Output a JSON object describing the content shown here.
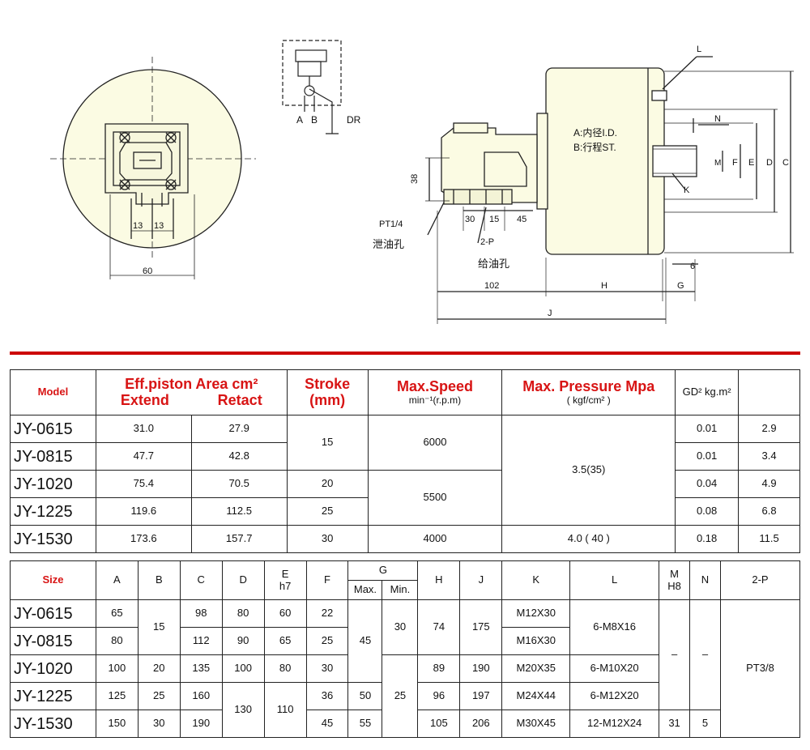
{
  "drawing": {
    "dim_13a": "13",
    "dim_13b": "13",
    "dim_60": "60",
    "label_A": "A",
    "label_B": "B",
    "label_DR": "DR",
    "dim_38": "38",
    "pt14": "PT1/4",
    "drain_cn": "泄油孔",
    "dim_30": "30",
    "dim_15": "15",
    "dim_45": "45",
    "two_p": "2-P",
    "feed_cn": "给油孔",
    "dim_102": "102",
    "dim_H": "H",
    "dim_G": "G",
    "dim_J": "J",
    "dim_6": "6",
    "note_A": "A:内径I.D.",
    "note_B": "B:行程ST.",
    "dim_L": "L",
    "dim_N": "N",
    "dim_K": "K",
    "dim_M": "M",
    "dim_F": "F",
    "dim_E": "E",
    "dim_D": "D",
    "dim_C": "C"
  },
  "table1": {
    "h_model": "Model",
    "h_area": "Eff.piston Area cm²",
    "h_extend": "Extend",
    "h_retact": "Retact",
    "h_stroke": "Stroke",
    "h_stroke_unit": "(mm)",
    "h_speed": "Max.Speed",
    "h_speed_unit": "min⁻¹(r.p.m)",
    "h_pressure": "Max. Pressure Mpa",
    "h_pressure_unit": "( kgf/cm² )",
    "h_gd": "GD² kg.m²",
    "rows": [
      {
        "model": "JY-0615",
        "extend": "31.0",
        "retact": "27.9",
        "gd": "0.01",
        "last": "2.9"
      },
      {
        "model": "JY-0815",
        "extend": "47.7",
        "retact": "42.8",
        "gd": "0.01",
        "last": "3.4"
      },
      {
        "model": "JY-1020",
        "extend": "75.4",
        "retact": "70.5",
        "gd": "0.04",
        "last": "4.9"
      },
      {
        "model": "JY-1225",
        "extend": "119.6",
        "retact": "112.5",
        "gd": "0.08",
        "last": "6.8"
      },
      {
        "model": "JY-1530",
        "extend": "173.6",
        "retact": "157.7",
        "gd": "0.18",
        "last": "11.5"
      }
    ],
    "stroke_15": "15",
    "stroke_20": "20",
    "stroke_25": "25",
    "stroke_30": "30",
    "speed_6000": "6000",
    "speed_5500": "5500",
    "speed_4000": "4000",
    "pressure_a": "3.5(35)",
    "pressure_b": "4.0 ( 40 )"
  },
  "table2": {
    "h_size": "Size",
    "h_A": "A",
    "h_B": "B",
    "h_C": "C",
    "h_D": "D",
    "h_E": "E",
    "h_E2": "h7",
    "h_F": "F",
    "h_G": "G",
    "h_Gmax": "Max.",
    "h_Gmin": "Min.",
    "h_H": "H",
    "h_J": "J",
    "h_K": "K",
    "h_L": "L",
    "h_M": "M",
    "h_M2": "H8",
    "h_N": "N",
    "h_2P": "2-P",
    "rows": [
      {
        "model": "JY-0615",
        "A": "65",
        "C": "98",
        "D": "80",
        "E": "60",
        "F": "22",
        "H": "74",
        "J": "175",
        "K": "M12X30"
      },
      {
        "model": "JY-0815",
        "A": "80",
        "C": "112",
        "D": "90",
        "E": "65",
        "F": "25",
        "H": "",
        "J": "",
        "K": "M16X30"
      },
      {
        "model": "JY-1020",
        "A": "100",
        "B": "20",
        "C": "135",
        "D": "100",
        "E": "80",
        "F": "30",
        "H": "89",
        "J": "190",
        "K": "M20X35",
        "L": "6-M10X20"
      },
      {
        "model": "JY-1225",
        "A": "125",
        "B": "25",
        "C": "160",
        "F": "36",
        "Gmax": "50",
        "H": "96",
        "J": "197",
        "K": "M24X44",
        "L": "6-M12X20"
      },
      {
        "model": "JY-1530",
        "A": "150",
        "B": "30",
        "C": "190",
        "F": "45",
        "Gmax": "55",
        "H": "105",
        "J": "206",
        "K": "M30X45",
        "L": "12-M12X24",
        "M": "31",
        "N": "5"
      }
    ],
    "B_top": "15",
    "Gmax_top": "45",
    "Gmin_top": "30",
    "Gmin_bot": "25",
    "L_top": "6-M8X16",
    "D_bot": "130",
    "E_bot": "110",
    "M_dash": "–",
    "N_dash": "–",
    "P_val": "PT3/8"
  }
}
